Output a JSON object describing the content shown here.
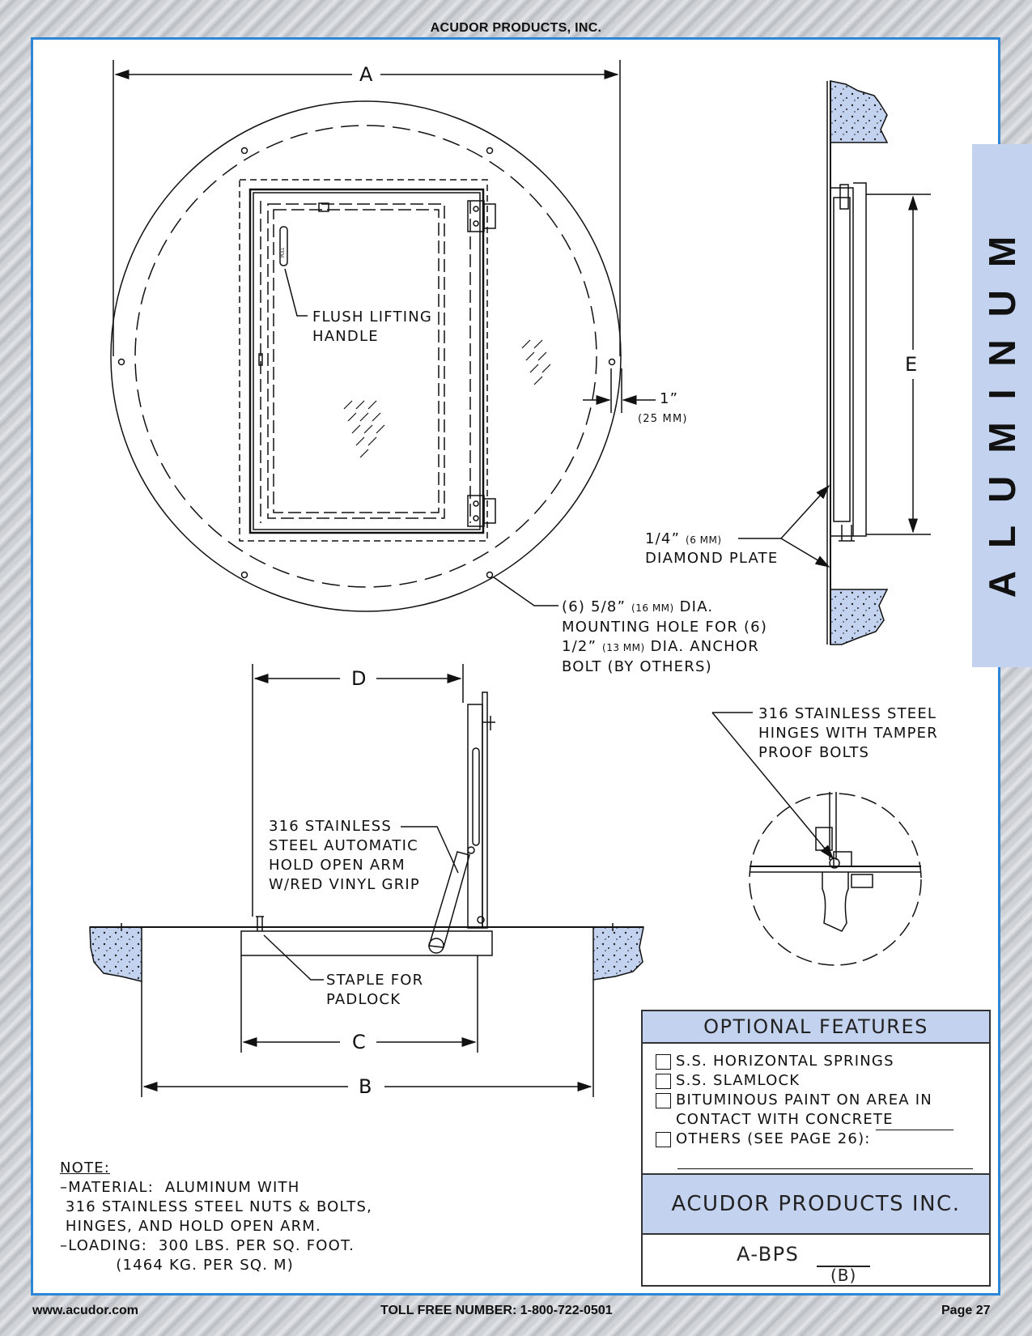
{
  "header": {
    "company": "ACUDOR PRODUCTS, INC."
  },
  "side_tab": {
    "label": "ALUMINUM"
  },
  "dimensions": {
    "a": "A",
    "b": "B",
    "c": "C",
    "d": "D",
    "e": "E"
  },
  "callouts": {
    "flush_handle": "FLUSH LIFTING\nHANDLE",
    "one_inch": "1”",
    "one_inch_mm": "(25 MM)",
    "diamond_plate_size": "1/4”",
    "diamond_plate_mm": "(6 MM)",
    "diamond_plate_label": "DIAMOND PLATE",
    "mounting_l1a": "(6) 5/8”",
    "mounting_l1mm": "(16 MM)",
    "mounting_l1b": "DIA.",
    "mounting_l2": "MOUNTING HOLE FOR (6)",
    "mounting_l3a": "1/2”",
    "mounting_l3mm": "(13 MM)",
    "mounting_l3b": "DIA. ANCHOR",
    "mounting_l4": "BOLT (BY OTHERS)",
    "hinges": "316 STAINLESS STEEL\nHINGES WITH TAMPER\nPROOF BOLTS",
    "hold_open_arm": "316 STAINLESS\nSTEEL AUTOMATIC\nHOLD OPEN ARM\nW/RED VINYL GRIP",
    "staple": "STAPLE FOR\nPADLOCK"
  },
  "note": {
    "title": "NOTE:",
    "lines": [
      "–MATERIAL:  ALUMINUM WITH",
      " 316 STAINLESS STEEL NUTS & BOLTS,",
      " HINGES, AND HOLD OPEN ARM.",
      "–LOADING:  300 LBS. PER SQ. FOOT.",
      "          (1464 KG. PER SQ. M)"
    ]
  },
  "optional_features": {
    "title": "OPTIONAL FEATURES",
    "items": [
      "S.S. HORIZONTAL SPRINGS",
      "S.S. SLAMLOCK",
      "BITUMINOUS PAINT ON AREA IN",
      "OTHERS (SEE PAGE 26):"
    ],
    "continuation": "CONTACT WITH CONCRETE",
    "company": "ACUDOR PRODUCTS INC.",
    "model": "A-BPS",
    "model_suffix": "(B)"
  },
  "footer": {
    "website": "www.acudor.com",
    "phone": "TOLL FREE NUMBER: 1-800-722-0501",
    "page": "Page 27"
  }
}
